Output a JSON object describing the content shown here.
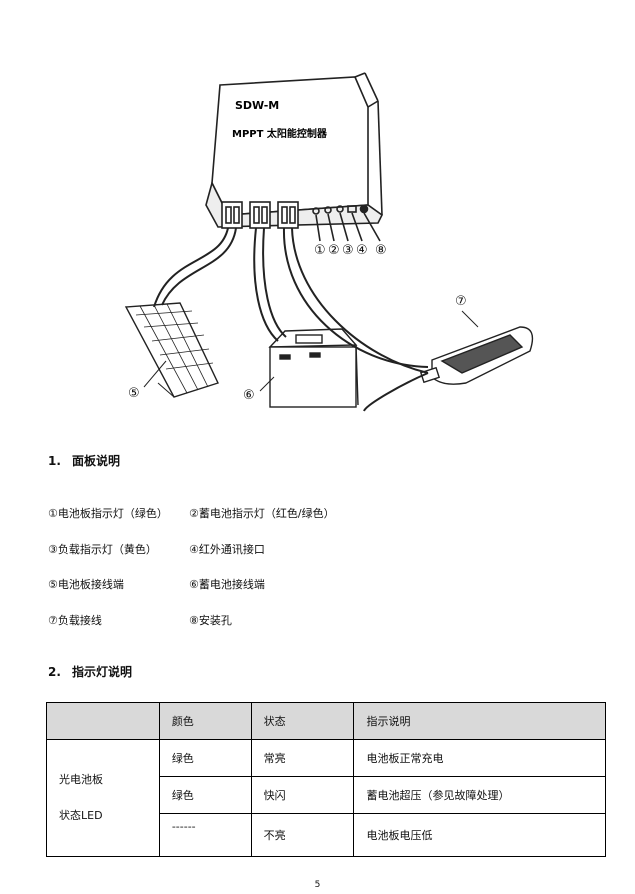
{
  "figure": {
    "device_model": "SDW-M",
    "device_title": "MPPT 太阳能控制器",
    "callouts": [
      "①",
      "②",
      "③",
      "④",
      "⑤",
      "⑥",
      "⑦",
      "⑧"
    ]
  },
  "section1": {
    "number": "1.",
    "title": "面板说明",
    "items": [
      [
        "①电池板指示灯（绿色）",
        "②蓄电池指示灯（红色/绿色）"
      ],
      [
        "③负载指示灯（黄色）",
        "④红外通讯接口"
      ],
      [
        "⑤电池板接线端",
        "⑥蓄电池接线端"
      ],
      [
        "⑦负载接线",
        "⑧安装孔"
      ]
    ]
  },
  "section2": {
    "number": "2.",
    "title": "指示灯说明"
  },
  "table": {
    "headers": [
      "",
      "颜色",
      "状态",
      "指示说明"
    ],
    "group_label_line1": "光电池板",
    "group_label_line2": "状态LED",
    "rows": [
      [
        "绿色",
        "常亮",
        "电池板正常充电"
      ],
      [
        "绿色",
        "快闪",
        "蓄电池超压（参见故障处理）"
      ],
      [
        "------",
        "不亮",
        "电池板电压低"
      ]
    ]
  },
  "page_number": "5"
}
